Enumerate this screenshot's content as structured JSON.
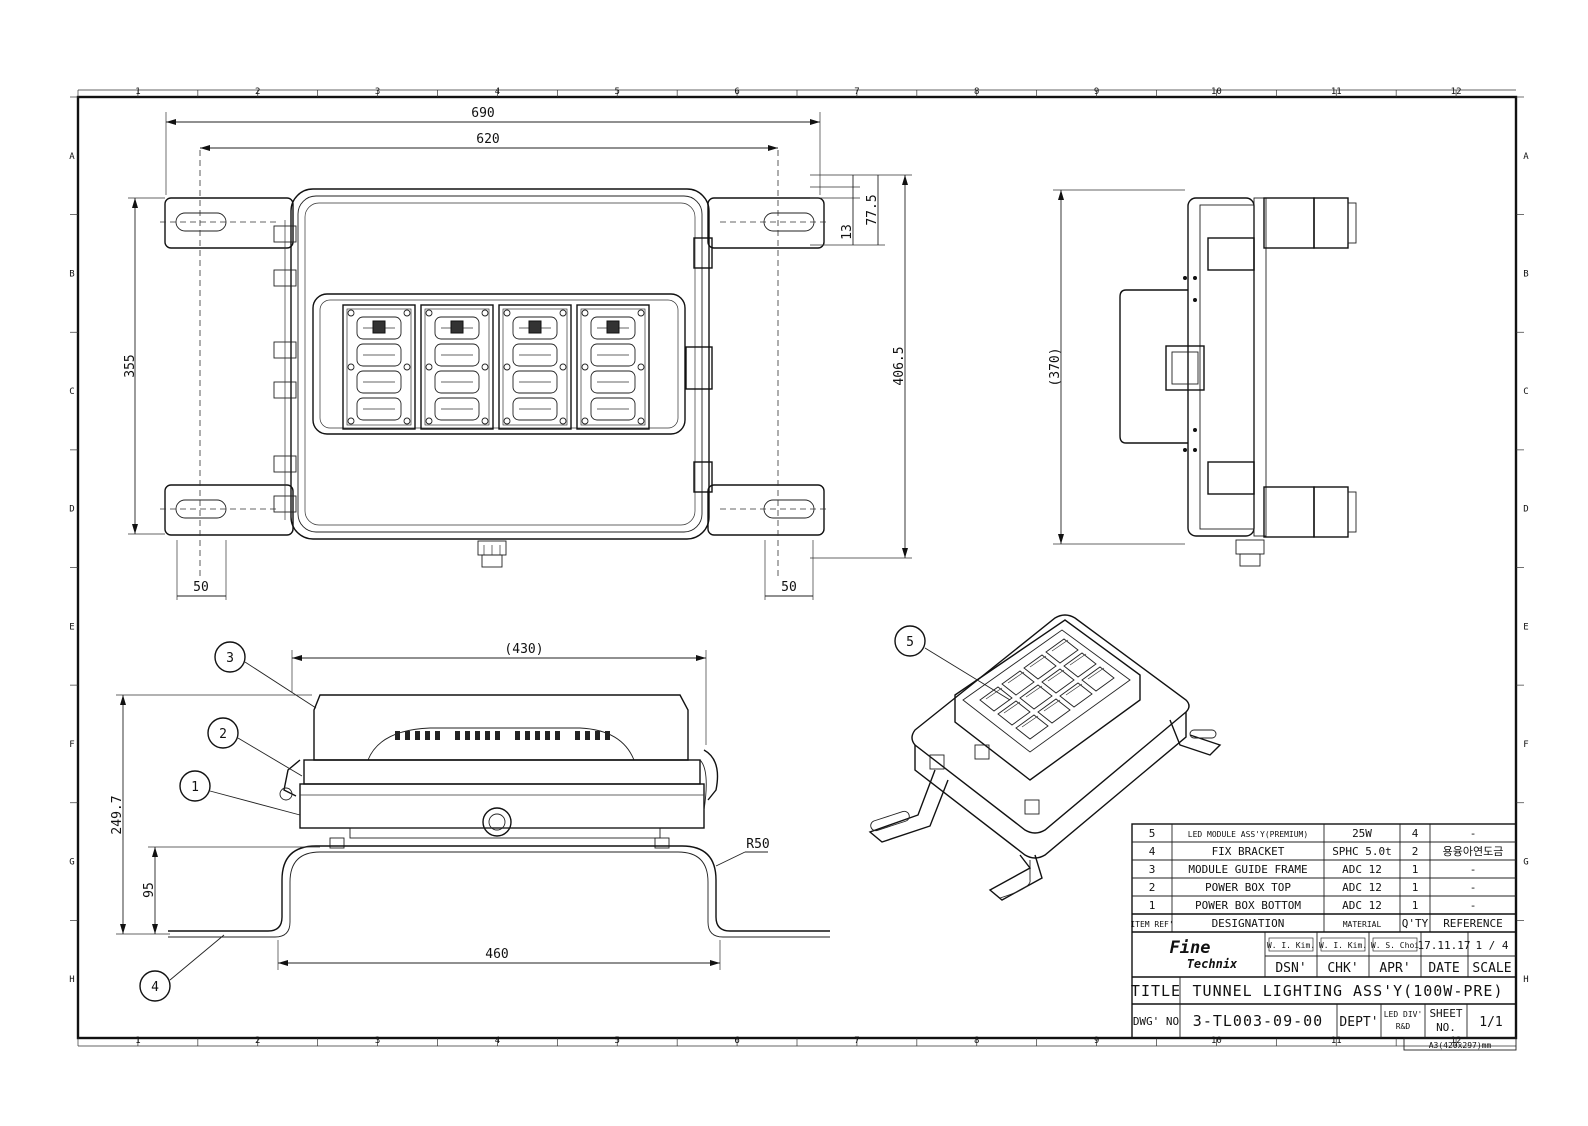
{
  "zones": {
    "columns": [
      "1",
      "2",
      "3",
      "4",
      "5",
      "6",
      "7",
      "8",
      "9",
      "10",
      "11",
      "12"
    ],
    "rows": [
      "A",
      "B",
      "C",
      "D",
      "E",
      "F",
      "G",
      "H"
    ]
  },
  "dimensions": {
    "front_width_outer": "690",
    "front_width_inner": "620",
    "front_height": "355",
    "front_total_height": "406.5",
    "top_offset_1": "13",
    "top_offset_2": "77.5",
    "bracket_left": "50",
    "bracket_right": "50",
    "side_height": "(370)",
    "lower_width_top": "(430)",
    "lower_height": "249.7",
    "lower_bracket_height": "95",
    "lower_width_bottom": "460",
    "bend_radius": "R50"
  },
  "balloons": [
    "1",
    "2",
    "3",
    "4",
    "5"
  ],
  "parts_list": {
    "rows": [
      {
        "item": "5",
        "designation": "LED MODULE ASS'Y(PREMIUM)",
        "material": "25W",
        "qty": "4",
        "reference": "-"
      },
      {
        "item": "4",
        "designation": "FIX BRACKET",
        "material": "SPHC 5.0t",
        "qty": "2",
        "reference": "용융아연도금"
      },
      {
        "item": "3",
        "designation": "MODULE GUIDE FRAME",
        "material": "ADC 12",
        "qty": "1",
        "reference": "-"
      },
      {
        "item": "2",
        "designation": "POWER BOX TOP",
        "material": "ADC 12",
        "qty": "1",
        "reference": "-"
      },
      {
        "item": "1",
        "designation": "POWER BOX BOTTOM",
        "material": "ADC 12",
        "qty": "1",
        "reference": "-"
      }
    ],
    "headers": {
      "item": "ITEM REF'",
      "designation": "DESIGNATION",
      "material": "MATERIAL",
      "qty": "Q'TY",
      "reference": "REFERENCE"
    }
  },
  "title_block": {
    "logo_line1": "Fine",
    "logo_line2": "Technix",
    "sig_dsn": "W. I. Kim.",
    "sig_chk": "W. I. Kim.",
    "sig_apr": "W. S. Choi",
    "dsn": "DSN'",
    "chk": "CHK'",
    "apr": "APR'",
    "date_value": "17.11.17",
    "date_label": "DATE",
    "scale_value": "1 / 4",
    "scale_label": "SCALE",
    "title_label": "TITLE",
    "title": "TUNNEL LIGHTING ASS'Y(100W-PRE)",
    "dwg_label": "DWG' NO",
    "dwg_no": "3-TL003-09-00",
    "dept_label": "DEPT'",
    "dept_line1": "LED DIV'",
    "dept_line2": "R&D",
    "sheet_label1": "SHEET",
    "sheet_label2": "NO.",
    "sheet_value": "1/1",
    "paper": "A3(420x297)mm"
  }
}
